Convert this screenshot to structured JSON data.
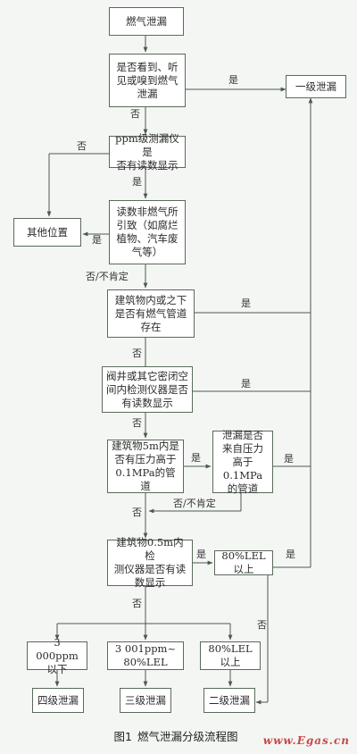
{
  "nodes": {
    "start": "燃气泄漏",
    "sense": "是否看到、听\n见或嗅到燃气\n泄漏",
    "ppm": "ppm级测漏仪是\n否有读数显示",
    "nongas": "读数非燃气所\n引致（如腐烂\n植物、汽车废\n气等）",
    "other": "其他位置",
    "pipe": "建筑物内或之下\n是否有燃气管道\n存在",
    "valve": "阀井或其它密闭空\n间内检测仪器是否\n有读数显示",
    "press5m": "建筑物5m内是\n否有压力高于\n0.1MPa的管道",
    "leaksrc": "泄漏是否\n来自压力\n高于0.1MPa\n的管道",
    "detect05": "建筑物0.5m内检\n测仪器是否有读\n数显示",
    "lel80a": "80%LEL\n以上",
    "level1": "一级泄漏",
    "b3000": "3 000ppm\n以下",
    "b3001": "3 001ppm~\n80%LEL",
    "b80": "80%LEL\n以上",
    "level4": "四级泄漏",
    "level3": "三级泄漏",
    "level2": "二级泄漏"
  },
  "labels": {
    "yes": "是",
    "no": "否",
    "no_unsure": "否/不肯定"
  },
  "caption": {
    "fig": "图1",
    "title": "燃气泄漏分级流程图"
  },
  "watermark": "www.Egas.cn"
}
